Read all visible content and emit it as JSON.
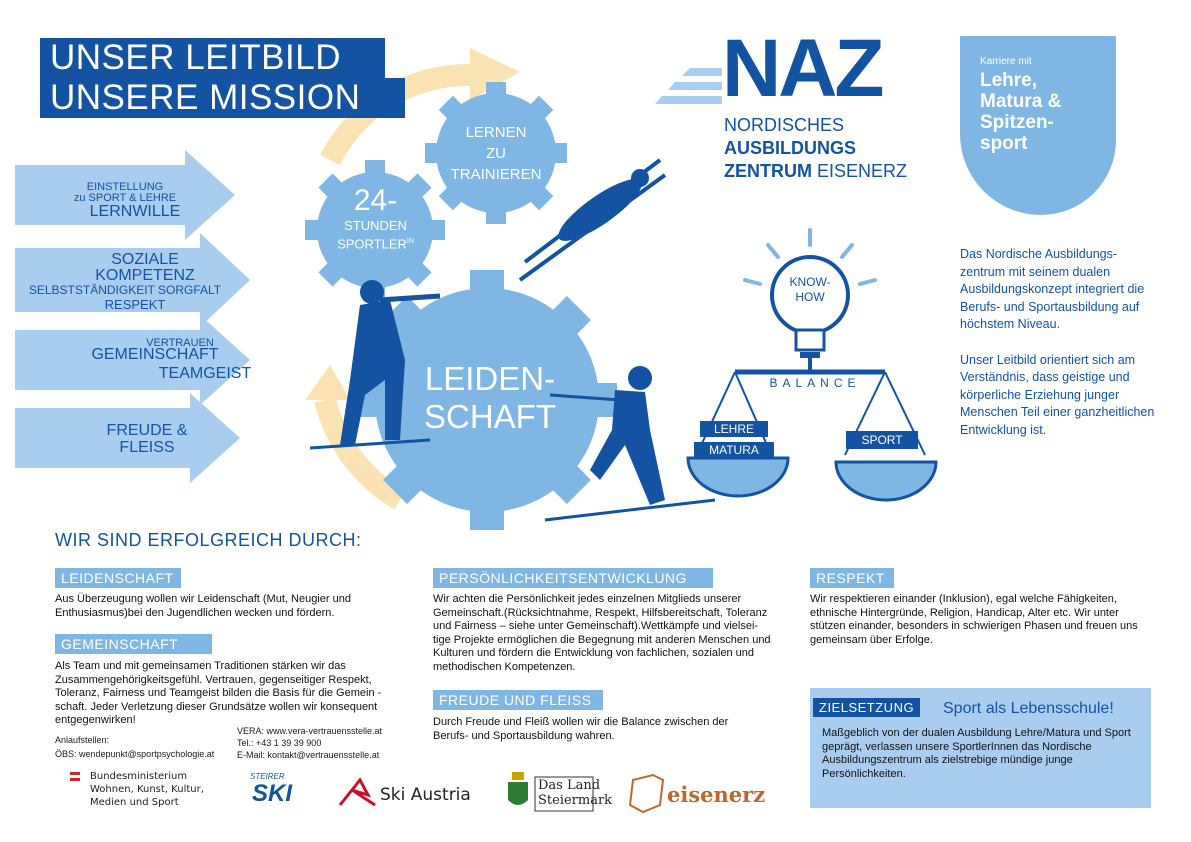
{
  "header": {
    "line1": "UNSER LEITBILD",
    "line2": "UNSERE MISSION"
  },
  "arrows": {
    "a1_small1": "EINSTELLUNG",
    "a1_small2": "zu SPORT & LEHRE",
    "a1_big": "LERNWILLE",
    "a2_big1": "SOZIALE",
    "a2_big2": "KOMPETENZ",
    "a2_small": "SELBSTSTÄNDIGKEIT SORGFALT",
    "a2_mid": "RESPEKT",
    "a3_small": "VERTRAUEN",
    "a3_big1": "GEMEINSCHAFT",
    "a3_big2": "TEAMGEIST",
    "a4_big1": "FREUDE &",
    "a4_big2": "FLEISS"
  },
  "gears": {
    "small": [
      "LERNEN",
      "ZU",
      "TRAINIEREN"
    ],
    "mid": [
      "24-",
      "STUNDEN",
      "SPORTLER",
      "IN"
    ],
    "big": [
      "LEIDEN-",
      "SCHAFT"
    ]
  },
  "naz": {
    "logo": "NAZ",
    "line1": "NORDISCHES",
    "line2": "AUSBILDUNGS",
    "line3a": "ZENTRUM",
    "line3b": " EISENERZ",
    "badge_small": "Karriere mit",
    "badge_big": [
      "Lehre,",
      "Matura &",
      "Spitzen-",
      "sport"
    ]
  },
  "balance": {
    "knowhow1": "KNOW-",
    "knowhow2": "HOW",
    "label": "BALANCE",
    "left1": "LEHRE",
    "left2": "MATURA",
    "right": "SPORT"
  },
  "intro": {
    "p1": "Das Nordische Ausbildungs-zentrum mit seinem dualen Ausbildungskonzept integriert die Berufs- und Sportausbildung auf höchstem Niveau.",
    "p2": "Unser Leitbild orientiert sich am Verständnis, dass geistige und körperliche Erziehung junger Menschen Teil einer ganzheitlichen Entwicklung ist."
  },
  "success_heading": "WIR SIND ERFOLGREICH DURCH:",
  "sections": {
    "leidenschaft": {
      "title": "LEIDENSCHAFT",
      "text": "Aus Überzeugung wollen wir Leidenschaft (Mut, Neugier und Enthusiasmus)bei den Jugendlichen wecken und fördern."
    },
    "gemeinschaft": {
      "title": "GEMEINSCHAFT",
      "text": "Als Team und mit gemeinsamen Traditionen stärken wir das Zusammengehörigkeitsgefühl. Vertrauen, gegenseitiger Respekt, Toleranz, Fairness und Teamgeist bilden die Basis für die Gemein - schaft. Jeder Verletzung dieser Grundsätze wollen wir konsequent entgegenwirken!"
    },
    "persoenlichkeit": {
      "title": "PERSÖNLICHKEITSENTWICKLUNG",
      "text": "Wir achten die Persönlichkeit jedes einzelnen Mitglieds unserer Gemeinschaft.(Rücksichtnahme, Respekt, Hilfsbereitschaft, Toleranz und Fairness – siehe unter Gemeinschaft).Wettkämpfe und vielsei-tige Projekte ermöglichen die Begegnung mit anderen Menschen und Kulturen und fördern die Entwicklung von fachlichen, sozialen und methodischen Kompetenzen."
    },
    "freude": {
      "title": "FREUDE UND FLEISS",
      "text": "Durch Freude und Fleiß wollen wir die Balance zwischen der Berufs- und Sportausbildung wahren."
    },
    "respekt": {
      "title": "RESPEKT",
      "text": "Wir respektieren einander (Inklusion), egal welche Fähigkeiten, ethnische Hintergründe, Religion, Handicap, Alter etc. Wir unter stützen einander, besonders in schwierigen Phasen und freuen uns gemeinsam über Erfolge."
    }
  },
  "contacts": {
    "anlauf": "Anlaufstellen:",
    "oebs": "ÖBS: wendepunkt@sportpsychologie.at",
    "vera": "VERA: www.vera-vertrauensstelle.at",
    "tel": "Tel.: +43 1 39 39 900",
    "email": "E-Mail: kontakt@vertrauensstelle.at"
  },
  "ziel": {
    "label": "ZIELSETZUNG",
    "title": "Sport als Lebensschule!",
    "text": "Maßgeblich von der dualen Ausbildung Lehre/Matura und Sport geprägt, verlassen unsere SportlerInnen das Nordische Ausbildungszentrum als zielstrebige mündige junge Persönlichkeiten."
  },
  "logos": {
    "bm": [
      "Bundesministerium",
      "Wohnen, Kunst, Kultur,",
      "Medien und Sport"
    ],
    "steirer_top": "STEIRER",
    "steirer_ski": "SKI",
    "skiaustria": "Ski Austria",
    "land1": "Das Land",
    "land2": "Steiermark",
    "eisenerz": "eisenerz"
  },
  "colors": {
    "brand_blue": "#1353a2",
    "light_blue": "#7fb6e3",
    "pale_blue": "#a9cdee",
    "arrow_yellow": "#fbe3b4"
  }
}
